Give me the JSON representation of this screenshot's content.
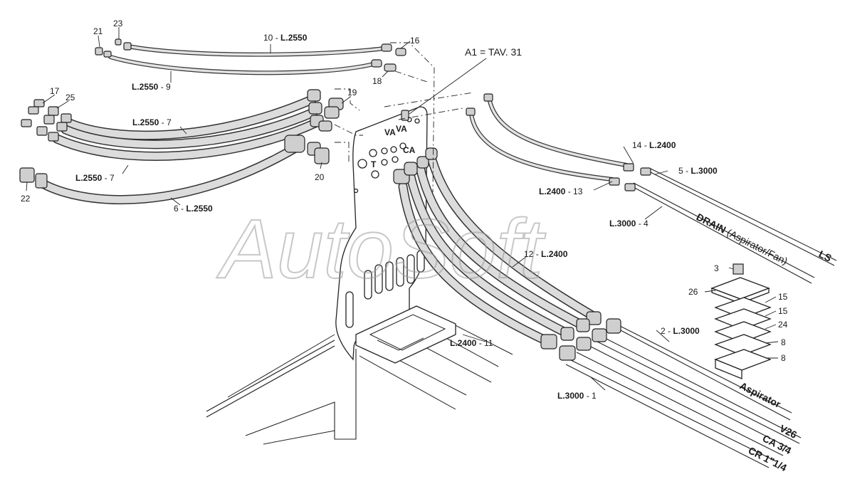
{
  "watermark": "AutoSoft",
  "reference": "A1 = TAV. 31",
  "callouts": [
    {
      "id": "c21",
      "text": "21"
    },
    {
      "id": "c23",
      "text": "23"
    },
    {
      "id": "c16",
      "text": "16"
    },
    {
      "id": "c18",
      "text": "18"
    },
    {
      "id": "c17",
      "text": "17"
    },
    {
      "id": "c25",
      "text": "25"
    },
    {
      "id": "c19",
      "text": "19"
    },
    {
      "id": "c20",
      "text": "20"
    },
    {
      "id": "c22",
      "text": "22"
    },
    {
      "id": "c3",
      "text": "3"
    },
    {
      "id": "c26",
      "text": "26"
    },
    {
      "id": "c15a",
      "text": "15"
    },
    {
      "id": "c15b",
      "text": "15"
    },
    {
      "id": "c24",
      "text": "24"
    },
    {
      "id": "c8a",
      "text": "8"
    },
    {
      "id": "c8b",
      "text": "8"
    }
  ],
  "hoses": [
    {
      "id": "h10",
      "num": "10",
      "length": "L.2550",
      "order": "num-first"
    },
    {
      "id": "h9",
      "num": "9",
      "length": "L.2550",
      "order": "length-first"
    },
    {
      "id": "h7a",
      "num": "7",
      "length": "L.2550",
      "order": "length-first"
    },
    {
      "id": "h7b",
      "num": "7",
      "length": "L.2550",
      "order": "length-first"
    },
    {
      "id": "h6",
      "num": "6",
      "length": "L.2550",
      "order": "num-first"
    },
    {
      "id": "h14",
      "num": "14",
      "length": "L.2400",
      "order": "num-first"
    },
    {
      "id": "h5",
      "num": "5",
      "length": "L.3000",
      "order": "num-first"
    },
    {
      "id": "h13",
      "num": "13",
      "length": "L.2400",
      "order": "length-first"
    },
    {
      "id": "h4",
      "num": "4",
      "length": "L.3000",
      "order": "length-first"
    },
    {
      "id": "h12",
      "num": "12",
      "length": "L.2400",
      "order": "num-first"
    },
    {
      "id": "h2",
      "num": "2",
      "length": "L.3000",
      "order": "num-first"
    },
    {
      "id": "h11",
      "num": "11",
      "length": "L.2400",
      "order": "length-first"
    },
    {
      "id": "h1",
      "num": "1",
      "length": "L.3000",
      "order": "length-first"
    }
  ],
  "lines": {
    "drain_bold": "DRAIN",
    "drain_rest": " (Aspirator/Fan)",
    "ls": "LS",
    "aspirator": "Aspirator",
    "v26": "V26",
    "ca": "CA 3/4",
    "cr": "CR 1”1/4"
  },
  "colors": {
    "ink": "#222222",
    "hose_fill": "#dcdcdc",
    "background": "#ffffff"
  }
}
